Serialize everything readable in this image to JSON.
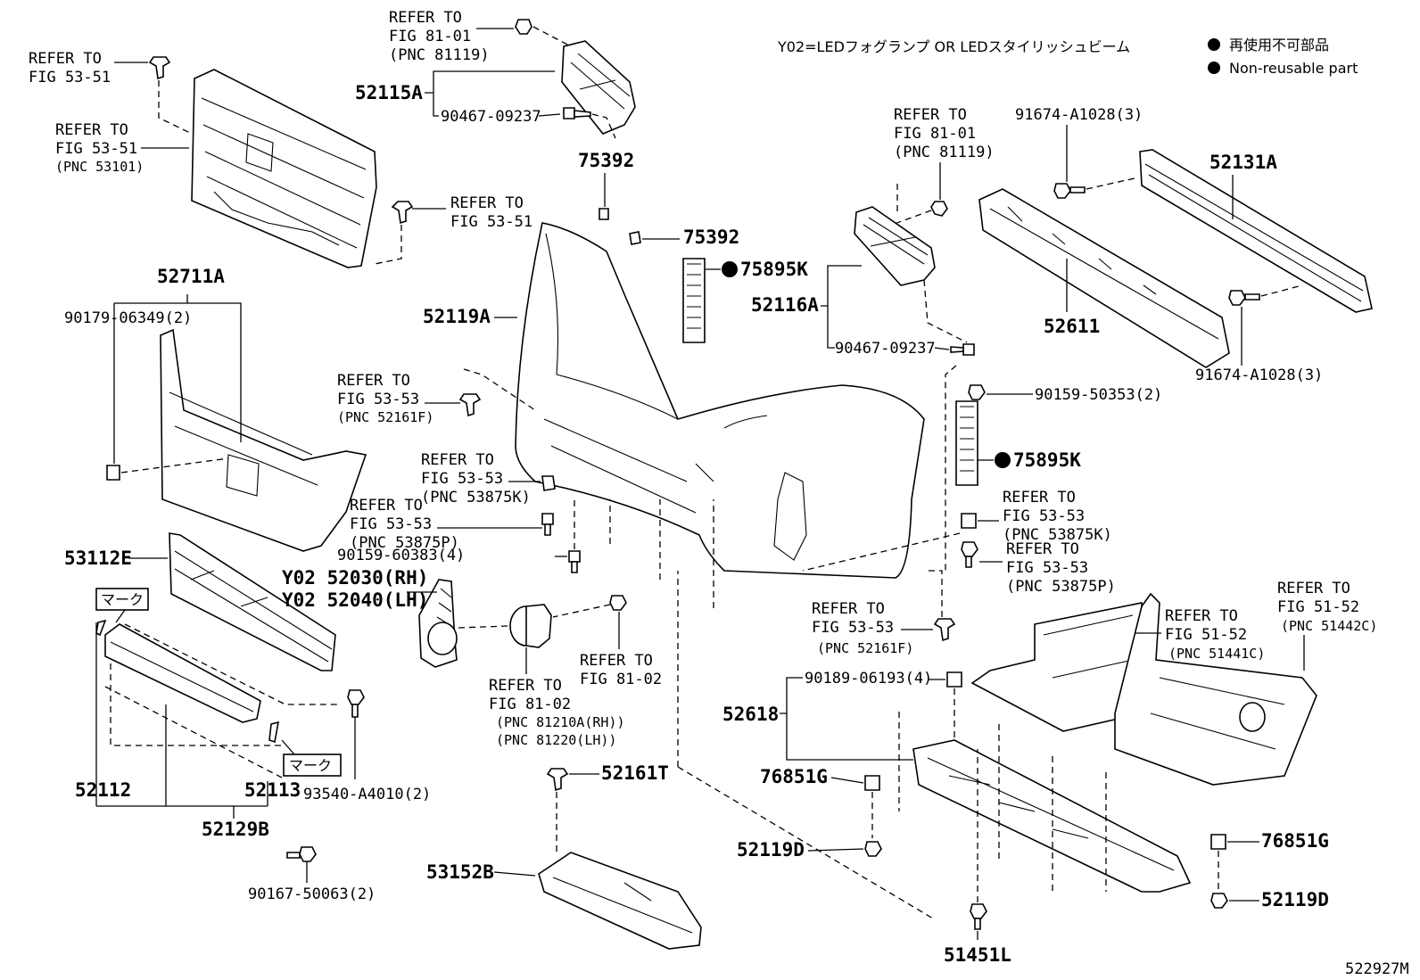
{
  "legend": {
    "y02_note": "Y02=LEDフォグランプ OR LEDスタイリッシュビーム",
    "non_reusable_jp": "再使用不可部品",
    "non_reusable_en": "Non-reusable part"
  },
  "diagram_id": "522927M",
  "labels": {
    "ref_53_51_a": [
      "REFER TO",
      "FIG 53-51"
    ],
    "ref_53_51_b": [
      "REFER TO",
      "FIG 53-51",
      "(PNC 53101)"
    ],
    "ref_53_51_c": [
      "REFER TO",
      "FIG 53-51"
    ],
    "ref_81_01_a": [
      "REFER TO",
      "FIG 81-01",
      "(PNC 81119)"
    ],
    "ref_81_01_b": [
      "REFER TO",
      "FIG 81-01",
      "(PNC 81119)"
    ],
    "ref_53_53_a": [
      "REFER TO",
      "FIG 53-53",
      "(PNC 52161F)"
    ],
    "ref_53_53_b": [
      "REFER TO",
      "FIG 53-53",
      "(PNC 53875K)"
    ],
    "ref_53_53_c": [
      "REFER TO",
      "FIG 53-53",
      "(PNC 53875P)"
    ],
    "ref_53_53_d": [
      "REFER TO",
      "FIG 53-53",
      "(PNC 53875K)"
    ],
    "ref_53_53_e": [
      "REFER TO",
      "FIG 53-53",
      "(PNC 53875P)"
    ],
    "ref_53_53_f": [
      "REFER TO",
      "FIG 53-53",
      "(PNC 52161F)"
    ],
    "ref_81_02_a": [
      "REFER TO",
      "FIG 81-02"
    ],
    "ref_81_02_b": [
      "REFER TO",
      "FIG 81-02",
      "(PNC 81210A(RH))",
      "(PNC 81220(LH))"
    ],
    "ref_51_52_a": [
      "REFER TO",
      "FIG 51-52",
      "(PNC 51441C)"
    ],
    "ref_51_52_b": [
      "REFER TO",
      "FIG 51-52",
      "(PNC 51442C)"
    ]
  },
  "parts": {
    "p52115A": "52115A",
    "p90467a": "90467-09237",
    "p75392a": "75392",
    "p75392b": "75392",
    "p75895Ka": "75895K",
    "p52116A": "52116A",
    "p90467b": "90467-09237",
    "p91674a": "91674-A1028(3)",
    "p52131A": "52131A",
    "p52611": "52611",
    "p91674b": "91674-A1028(3)",
    "p52711A": "52711A",
    "p90179": "90179-06349(2)",
    "p52119A": "52119A",
    "p90159a": "90159-50353(2)",
    "p75895Kb": "75895K",
    "p90159b": "90159-60383(4)",
    "p53112E": "53112E",
    "p52030": "Y02 52030(RH)",
    "p52040": "Y02 52040(LH)",
    "mark1": "マーク",
    "mark2": "マーク",
    "p52618": "52618",
    "p90189": "90189-06193(4)",
    "p76851Ga": "76851G",
    "p52119Da": "52119D",
    "p76851Gb": "76851G",
    "p52119Db": "52119D",
    "p52161T": "52161T",
    "p52112": "52112",
    "p52113": "52113",
    "p93540": "93540-A4010(2)",
    "p52129B": "52129B",
    "p90167": "90167-50063(2)",
    "p53152B": "53152B",
    "p51451L": "51451L"
  }
}
